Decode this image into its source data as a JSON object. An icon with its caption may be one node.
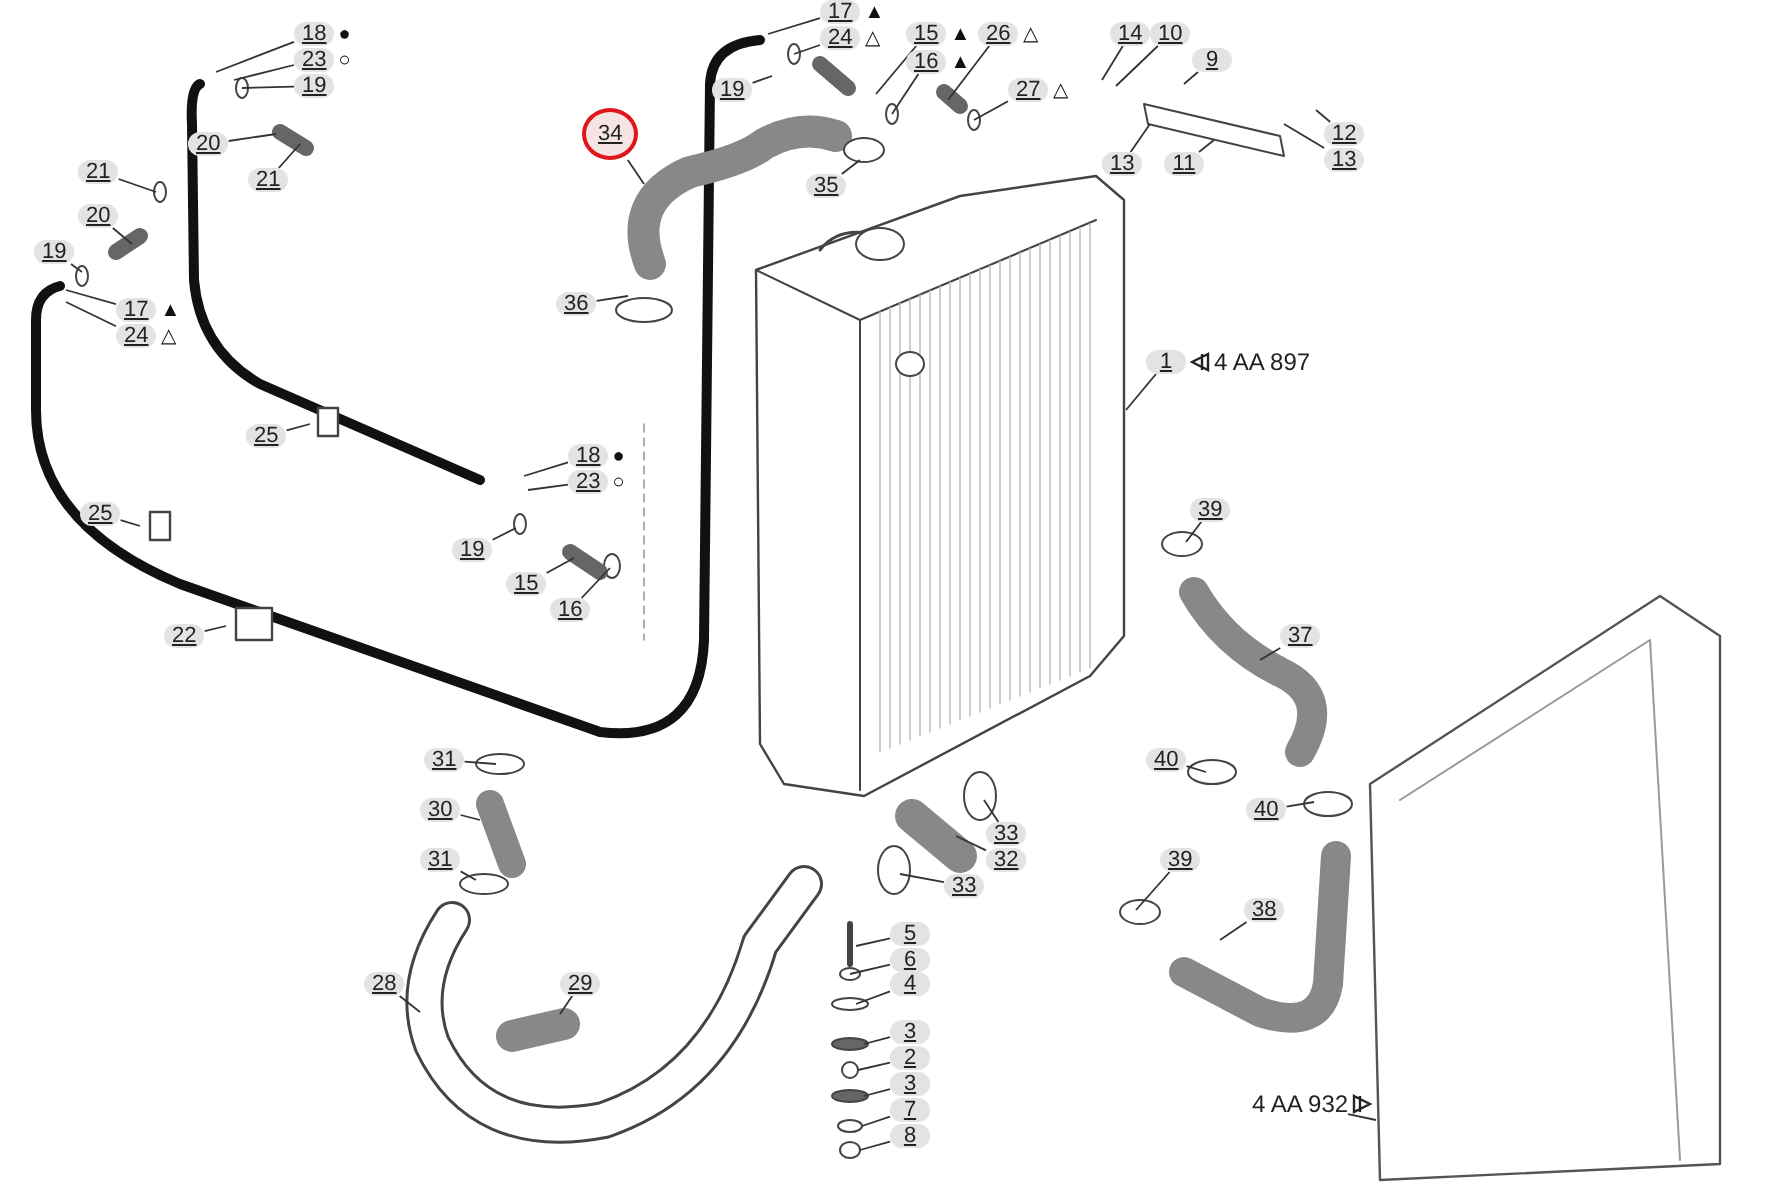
{
  "diagram": {
    "nodes": [
      {
        "text": [
          "17"
        ],
        "beside": [
          "▲"
        ]
      },
      {
        "text": [
          "24"
        ],
        "beside": [
          "△"
        ]
      },
      {
        "text": [
          "18"
        ],
        "beside": [
          "●"
        ]
      },
      {
        "text": [
          "23"
        ],
        "beside": [
          "○"
        ]
      },
      {
        "text": [
          "19"
        ]
      },
      {
        "text": [
          "19"
        ]
      },
      {
        "text": [
          "15"
        ],
        "beside": [
          "▲"
        ]
      },
      {
        "text": [
          "16"
        ],
        "beside": [
          "▲"
        ]
      },
      {
        "text": [
          "26"
        ],
        "beside": [
          "△"
        ]
      },
      {
        "text": [
          "27"
        ],
        "beside": [
          "△"
        ]
      },
      {
        "text": [
          "14"
        ]
      },
      {
        "text": [
          "10"
        ]
      },
      {
        "text": [
          "9"
        ]
      },
      {
        "text": [
          "20"
        ]
      },
      {
        "text": [
          "21"
        ]
      },
      {
        "text": [
          "34"
        ]
      },
      {
        "text": [
          "12"
        ]
      },
      {
        "text": [
          "13"
        ]
      },
      {
        "text": [
          "11"
        ]
      },
      {
        "text": [
          "13"
        ]
      },
      {
        "text": [
          "21"
        ]
      },
      {
        "text": [
          "35"
        ]
      },
      {
        "text": [
          "20"
        ]
      },
      {
        "text": [
          "19"
        ]
      },
      {
        "text": [
          "36"
        ]
      },
      {
        "text": [
          "17"
        ],
        "beside": [
          "▲"
        ]
      },
      {
        "text": [
          "24"
        ],
        "beside": [
          "△"
        ]
      },
      {
        "text": [
          "1"
        ],
        "beside": [
          "4 AA 897"
        ]
      },
      {
        "text": [
          "25"
        ]
      },
      {
        "text": [
          "18"
        ],
        "beside": [
          "●"
        ]
      },
      {
        "text": [
          "23"
        ],
        "beside": [
          "○"
        ]
      },
      {
        "text": [
          "25"
        ]
      },
      {
        "text": [
          "39"
        ]
      },
      {
        "text": [
          "19"
        ]
      },
      {
        "text": [
          "15"
        ]
      },
      {
        "text": [
          "16"
        ]
      },
      {
        "text": [
          "22"
        ]
      },
      {
        "text": [
          "37"
        ]
      },
      {
        "text": [
          "31"
        ]
      },
      {
        "text": [
          "40"
        ]
      },
      {
        "text": [
          "30"
        ]
      },
      {
        "text": [
          "40"
        ]
      },
      {
        "text": [
          "33"
        ]
      },
      {
        "text": [
          "32"
        ]
      },
      {
        "text": [
          "31"
        ]
      },
      {
        "text": [
          "39"
        ]
      },
      {
        "text": [
          "33"
        ]
      },
      {
        "text": [
          "38"
        ]
      },
      {
        "text": [
          "5"
        ]
      },
      {
        "text": [
          "6"
        ]
      },
      {
        "text": [
          "4"
        ]
      },
      {
        "text": [
          "28"
        ]
      },
      {
        "text": [
          "29"
        ]
      },
      {
        "text": [
          "3"
        ]
      },
      {
        "text": [
          "2"
        ]
      },
      {
        "text": [
          "3"
        ]
      },
      {
        "text": [
          "7"
        ]
      },
      {
        "text": [
          "8"
        ]
      },
      {
        "text": [
          "4 AA 932"
        ]
      }
    ],
    "edges": [
      {
        "from": 0,
        "to": null,
        "arrow": "none"
      },
      {
        "from": 1,
        "to": null,
        "arrow": "none"
      },
      {
        "from": 2,
        "to": null,
        "arrow": "none"
      },
      {
        "from": 3,
        "to": null,
        "arrow": "none"
      },
      {
        "from": 4,
        "to": null,
        "arrow": "none"
      },
      {
        "from": 5,
        "to": null,
        "arrow": "none"
      },
      {
        "from": 6,
        "to": null,
        "arrow": "none"
      },
      {
        "from": 7,
        "to": null,
        "arrow": "none"
      },
      {
        "from": 8,
        "to": null,
        "arrow": "none"
      },
      {
        "from": 9,
        "to": null,
        "arrow": "none"
      },
      {
        "from": 10,
        "to": null,
        "arrow": "none"
      },
      {
        "from": 11,
        "to": null,
        "arrow": "none"
      },
      {
        "from": 12,
        "to": null,
        "arrow": "none"
      },
      {
        "from": 13,
        "to": null,
        "arrow": "none"
      },
      {
        "from": 14,
        "to": null,
        "arrow": "none"
      },
      {
        "from": 15,
        "to": null,
        "arrow": "none"
      },
      {
        "from": 16,
        "to": null,
        "arrow": "none"
      },
      {
        "from": 17,
        "to": null,
        "arrow": "none"
      },
      {
        "from": 18,
        "to": null,
        "arrow": "none"
      },
      {
        "from": 19,
        "to": null,
        "arrow": "none"
      },
      {
        "from": 20,
        "to": null,
        "arrow": "none"
      },
      {
        "from": 21,
        "to": null,
        "arrow": "none"
      },
      {
        "from": 22,
        "to": null,
        "arrow": "none"
      },
      {
        "from": 23,
        "to": null,
        "arrow": "none"
      },
      {
        "from": 24,
        "to": null,
        "arrow": "none"
      },
      {
        "from": 25,
        "to": null,
        "arrow": "none"
      },
      {
        "from": 26,
        "to": null,
        "arrow": "none"
      },
      {
        "from": 27,
        "to": null,
        "arrow": "none"
      },
      {
        "from": 28,
        "to": null,
        "arrow": "none"
      },
      {
        "from": 29,
        "to": null,
        "arrow": "none"
      },
      {
        "from": 30,
        "to": null,
        "arrow": "none"
      },
      {
        "from": 31,
        "to": null,
        "arrow": "none"
      },
      {
        "from": 32,
        "to": null,
        "arrow": "none"
      },
      {
        "from": 33,
        "to": null,
        "arrow": "none"
      },
      {
        "from": 34,
        "to": null,
        "arrow": "none"
      },
      {
        "from": 35,
        "to": null,
        "arrow": "none"
      },
      {
        "from": 36,
        "to": null,
        "arrow": "none"
      },
      {
        "from": 37,
        "to": null,
        "arrow": "none"
      },
      {
        "from": 38,
        "to": null,
        "arrow": "none"
      },
      {
        "from": 39,
        "to": null,
        "arrow": "none"
      },
      {
        "from": 40,
        "to": null,
        "arrow": "none"
      },
      {
        "from": 41,
        "to": null,
        "arrow": "none"
      },
      {
        "from": 42,
        "to": null,
        "arrow": "none"
      },
      {
        "from": 43,
        "to": null,
        "arrow": "none"
      },
      {
        "from": 44,
        "to": null,
        "arrow": "none"
      },
      {
        "from": 45,
        "to": null,
        "arrow": "none"
      },
      {
        "from": 46,
        "to": null,
        "arrow": "none"
      },
      {
        "from": 47,
        "to": null,
        "arrow": "none"
      },
      {
        "from": 48,
        "to": null,
        "arrow": "none"
      },
      {
        "from": 49,
        "to": null,
        "arrow": "none"
      },
      {
        "from": 50,
        "to": null,
        "arrow": "none"
      },
      {
        "from": 51,
        "to": null,
        "arrow": "none"
      },
      {
        "from": 52,
        "to": null,
        "arrow": "none"
      },
      {
        "from": 53,
        "to": null,
        "arrow": "none"
      },
      {
        "from": 54,
        "to": null,
        "arrow": "none"
      },
      {
        "from": 55,
        "to": null,
        "arrow": "none"
      },
      {
        "from": 56,
        "to": null,
        "arrow": "none"
      },
      {
        "from": 57,
        "to": null,
        "arrow": "none"
      },
      {
        "from": 58,
        "to": null,
        "arrow": "none"
      }
    ]
  }
}
